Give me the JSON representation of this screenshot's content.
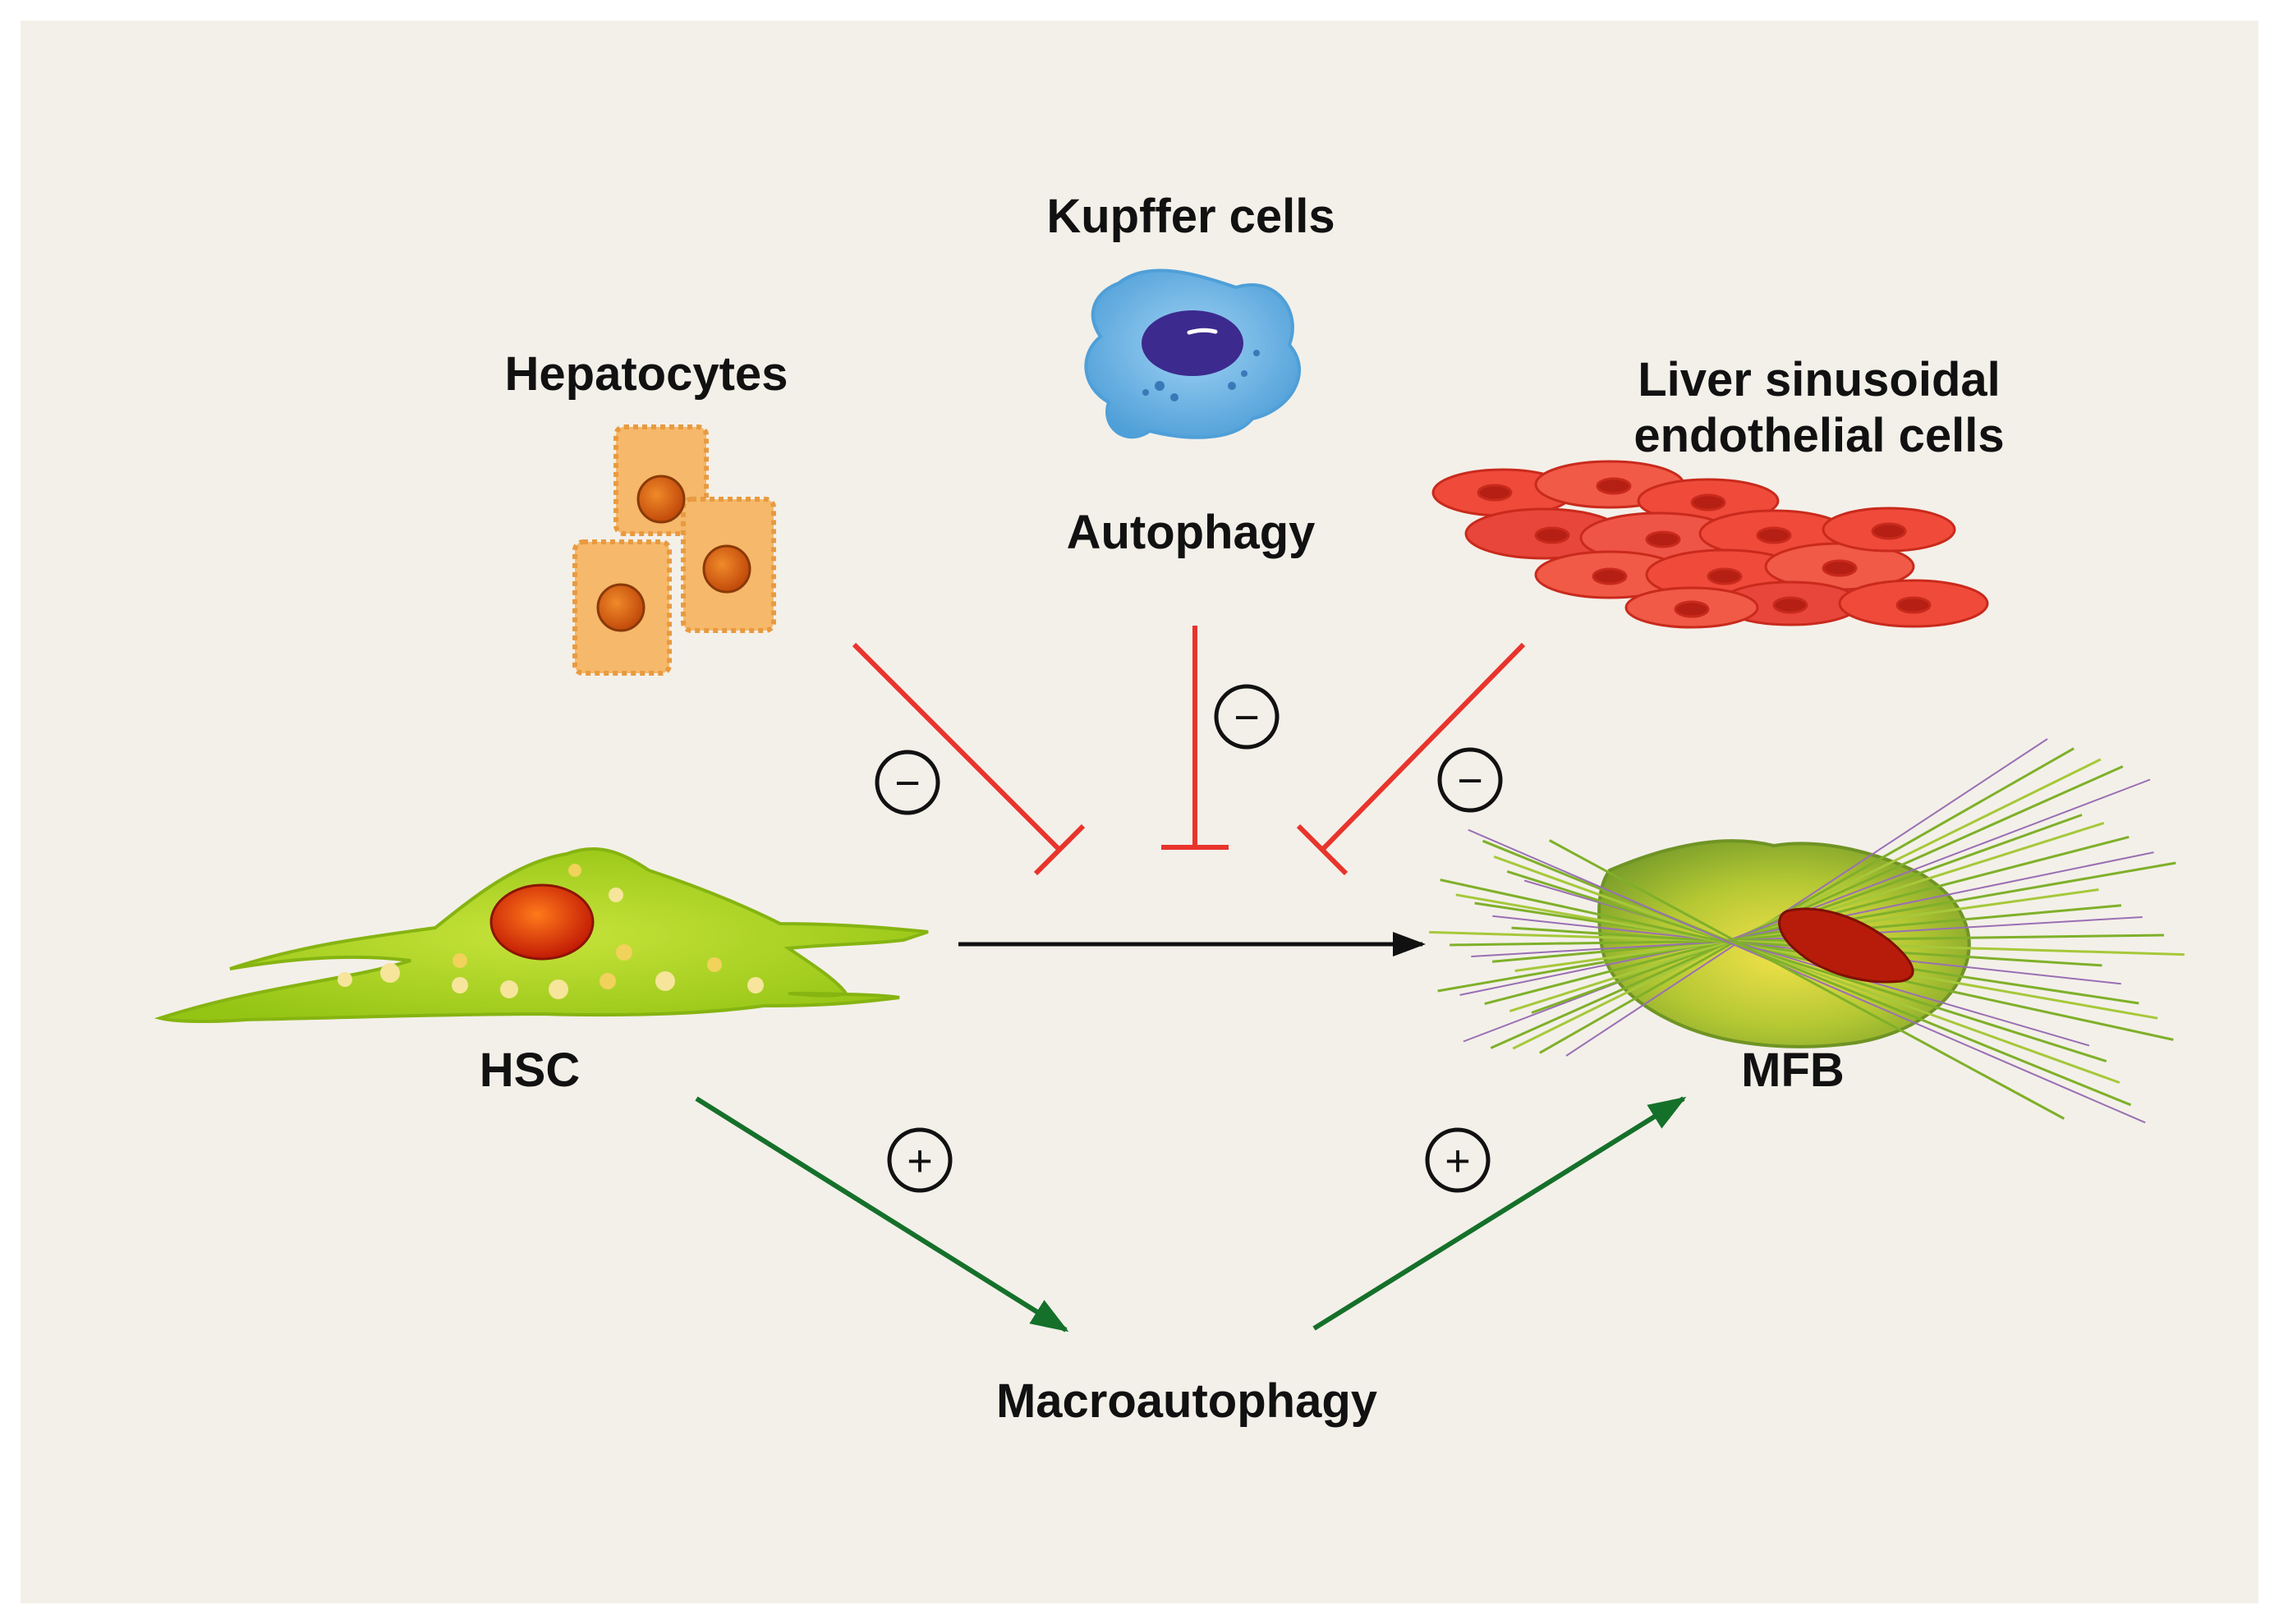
{
  "labels": {
    "kupffer": "Kupffer cells",
    "hepatocytes": "Hepatocytes",
    "lsec_line1": "Liver sinusoidal",
    "lsec_line2": "endothelial cells",
    "autophagy": "Autophagy",
    "hsc": "HSC",
    "mfb": "MFB",
    "macroautophagy": "Macroautophagy"
  },
  "signs": {
    "inhibit_hepatocytes": "−",
    "inhibit_kupffer": "−",
    "inhibit_lsec": "−",
    "promote_hsc": "+",
    "promote_mfb": "+"
  },
  "colors": {
    "background": "#f3f0e9",
    "inhibition": "#e8342c",
    "activation_transition": "#111111",
    "promotion": "#15702a",
    "hsc_body": "#a8d117",
    "mfb_body": "#8fb32a",
    "hepatocyte": "#f6b86a",
    "kupffer": "#6cb4e6",
    "lsec": "#ef4a3a",
    "nucleus": "#d8260c"
  },
  "icons": {
    "hepatocytes": "hepatocyte-cluster-icon",
    "kupffer": "kupffer-cell-icon",
    "lsec": "endothelial-sheet-icon",
    "hsc": "hepatic-stellate-cell-icon",
    "mfb": "myofibroblast-icon"
  }
}
